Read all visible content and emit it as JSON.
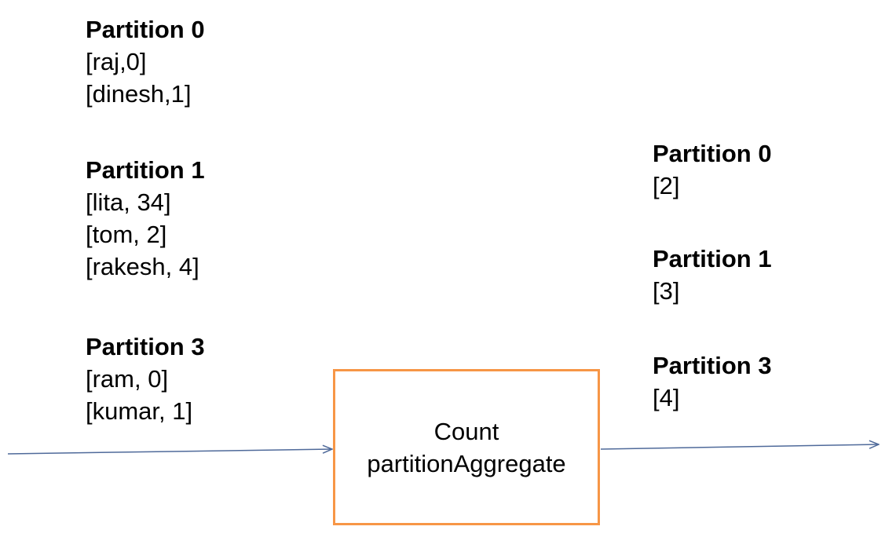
{
  "input_partitions": [
    {
      "title": "Partition 0",
      "rows": [
        "[raj,0]",
        "[dinesh,1]"
      ]
    },
    {
      "title": "Partition 1",
      "rows": [
        "[lita, 34]",
        "[tom, 2]",
        "[rakesh, 4]"
      ]
    },
    {
      "title": "Partition 3",
      "rows": [
        "[ram, 0]",
        "[kumar, 1]"
      ]
    }
  ],
  "operation": {
    "line1": "Count",
    "line2": "partitionAggregate"
  },
  "output_partitions": [
    {
      "title": "Partition 0",
      "rows": [
        "[2]"
      ]
    },
    {
      "title": "Partition 1",
      "rows": [
        "[3]"
      ]
    },
    {
      "title": "Partition 3",
      "rows": [
        "[4]"
      ]
    }
  ],
  "colors": {
    "box_border": "#f79646",
    "arrow": "#4f6a9a"
  }
}
